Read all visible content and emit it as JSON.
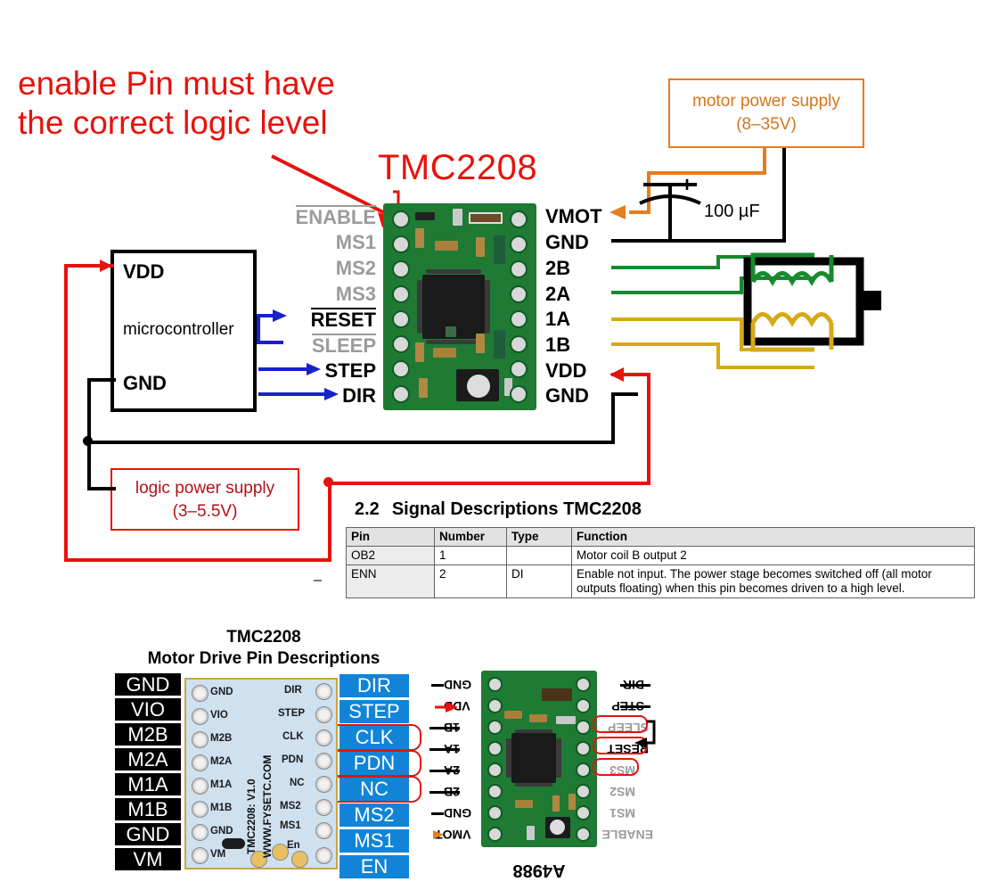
{
  "annotation": {
    "text": "enable Pin must have the correct logic level",
    "color": "#e8120c"
  },
  "main_diagram": {
    "board_title": "TMC2208",
    "microcontroller": {
      "vdd_label": "VDD",
      "name_label": "microcontroller",
      "gnd_label": "GND"
    },
    "logic_supply": {
      "line1": "logic power supply",
      "line2": "(3–5.5V)",
      "color": "#b01217"
    },
    "motor_supply": {
      "line1": "motor power supply",
      "line2": "(8–35V)",
      "color": "#d4761b"
    },
    "capacitor": {
      "plus": "+",
      "value": "100 µF"
    },
    "left_pins": [
      {
        "label": "ENABLE",
        "overbar": true,
        "dim": true
      },
      {
        "label": "MS1",
        "overbar": false,
        "dim": true
      },
      {
        "label": "MS2",
        "overbar": false,
        "dim": true
      },
      {
        "label": "MS3",
        "overbar": false,
        "dim": true
      },
      {
        "label": "RESET",
        "overbar": true,
        "dim": false
      },
      {
        "label": "SLEEP",
        "overbar": true,
        "dim": true
      },
      {
        "label": "STEP",
        "overbar": false,
        "dim": false
      },
      {
        "label": "DIR",
        "overbar": false,
        "dim": false
      }
    ],
    "right_pins": [
      {
        "label": "VMOT",
        "wire": "#e57d21"
      },
      {
        "label": "GND",
        "wire": "#000000"
      },
      {
        "label": "2B",
        "wire": "#178a2e"
      },
      {
        "label": "2A",
        "wire": "#178a2e"
      },
      {
        "label": "1A",
        "wire": "#d6aa16"
      },
      {
        "label": "1B",
        "wire": "#d6aa16"
      },
      {
        "label": "VDD",
        "wire": "#e8120c"
      },
      {
        "label": "GND",
        "wire": "#000000"
      }
    ]
  },
  "signal_table": {
    "section_number": "2.2",
    "section_title": "Signal Descriptions TMC2208",
    "headers": [
      "Pin",
      "Number",
      "Type",
      "Function"
    ],
    "rows": [
      {
        "pin": "OB2",
        "number": "1",
        "type": "",
        "function": "Motor coil B output 2"
      },
      {
        "pin": "ENN",
        "number": "2",
        "type": "DI",
        "function": "Enable not input. The power stage becomes switched off (all motor outputs floating) when this pin becomes driven to a high level."
      }
    ]
  },
  "bottom_left": {
    "title_line1": "TMC2208",
    "title_line2": "Motor Drive Pin Descriptions",
    "silkscreen_line1": "TMC2208: V1.0",
    "silkscreen_line2": "WWW.FYSETC.COM",
    "left_labels": [
      "GND",
      "VIO",
      "M2B",
      "M2A",
      "M1A",
      "M1B",
      "GND",
      "VM"
    ],
    "left_silk": [
      "GND",
      "VIO",
      "M2B",
      "M2A",
      "M1A",
      "M1B",
      "GND",
      "VM"
    ],
    "right_labels": [
      {
        "label": "DIR",
        "highlight": false
      },
      {
        "label": "STEP",
        "highlight": false
      },
      {
        "label": "CLK",
        "highlight": true
      },
      {
        "label": "PDN",
        "highlight": true
      },
      {
        "label": "NC",
        "highlight": true
      },
      {
        "label": "MS2",
        "highlight": false
      },
      {
        "label": "MS1",
        "highlight": false
      },
      {
        "label": "EN",
        "highlight": false
      }
    ],
    "right_silk": [
      "DIR",
      "STEP",
      "CLK",
      "PDN",
      "NC",
      "MS2",
      "MS1",
      "En"
    ],
    "black_bg": "#000000",
    "blue_bg": "#1184d8",
    "highlight_color": "#e8120c"
  },
  "bottom_right": {
    "board_name": "A4988",
    "left_pins": [
      {
        "label": "GND",
        "marker": "dash"
      },
      {
        "label": "VDD",
        "marker": "red-arrow"
      },
      {
        "label": "1B",
        "marker": "line"
      },
      {
        "label": "1A",
        "marker": "line"
      },
      {
        "label": "2A",
        "marker": "line"
      },
      {
        "label": "2B",
        "marker": "line"
      },
      {
        "label": "GND",
        "marker": "dash"
      },
      {
        "label": "VMOT",
        "marker": "orange-arrow"
      }
    ],
    "right_pins": [
      {
        "label": "DIR",
        "dim": false,
        "highlight": false
      },
      {
        "label": "STEP",
        "dim": false,
        "highlight": false
      },
      {
        "label": "SLEEP",
        "dim": true,
        "highlight": true
      },
      {
        "label": "RESET",
        "dim": false,
        "highlight": true
      },
      {
        "label": "MS3",
        "dim": true,
        "highlight": true
      },
      {
        "label": "MS2",
        "dim": true,
        "highlight": false
      },
      {
        "label": "MS1",
        "dim": true,
        "highlight": false
      },
      {
        "label": "ENABLE",
        "dim": true,
        "highlight": false
      }
    ]
  }
}
